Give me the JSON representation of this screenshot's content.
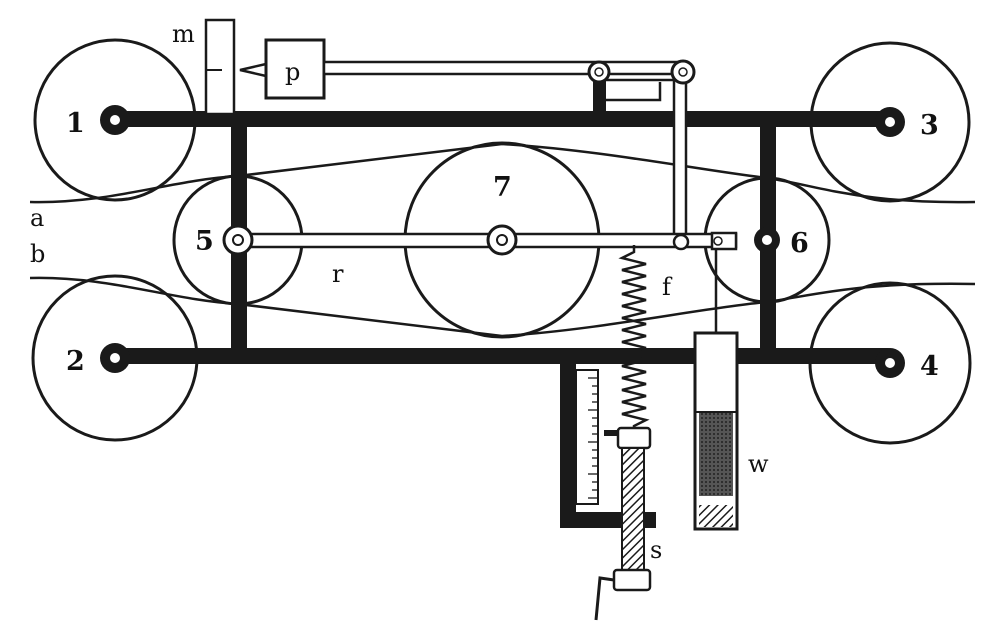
{
  "diagram": {
    "labels": {
      "one": "1",
      "two": "2",
      "three": "3",
      "four": "4",
      "five": "5",
      "six": "6",
      "seven": "7",
      "a": "a",
      "b": "b",
      "m": "m",
      "p": "p",
      "r": "r",
      "f": "f",
      "w": "w",
      "s": "s"
    },
    "colors": {
      "ink": "#1a1a1a",
      "paper": "#ffffff"
    }
  }
}
